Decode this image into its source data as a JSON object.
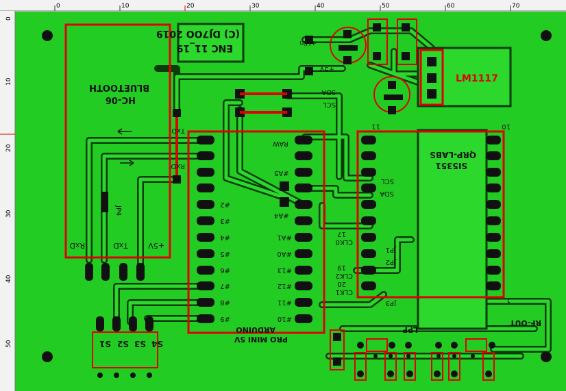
{
  "board": {
    "copyright": "(C) DJ7OO 2019",
    "enc": "ENC 11_19",
    "colors": {
      "copper": "#22cc22",
      "trace": "#2bd82b",
      "outline": "#e00000",
      "pad": "#111111",
      "silk": "#111111"
    }
  },
  "ruler": {
    "top_ticks": [
      "0",
      "10",
      "20",
      "30",
      "40",
      "50",
      "60",
      "70"
    ],
    "left_ticks": [
      "0",
      "10",
      "20",
      "30",
      "40",
      "50"
    ],
    "unit": "mm"
  },
  "modules": {
    "bluetooth": {
      "title1": "BLUETOOTH",
      "title2": "HC-06",
      "rxd": "RxD",
      "txd": "TxD",
      "v5": "+5V",
      "jp4": "JP4"
    },
    "arduino": {
      "raw": "RAW",
      "a5": "#A5",
      "a4": "#A4",
      "title1": "ARDUINO",
      "title2": "PRO MINI 5V",
      "left_pins": [
        "#2",
        "#3",
        "#4",
        "#5",
        "#6",
        "#7",
        "#8",
        "#9"
      ],
      "right_pins": [
        "#A1",
        "#A0",
        "#13",
        "#12",
        "#11",
        "#10"
      ],
      "txd": "TxD",
      "rxd": "RxD"
    },
    "si5351": {
      "title1": "QRP-LABS",
      "title2": "SI5351",
      "scl": "SCL",
      "sda": "SDA",
      "pin11": "11",
      "pin10": "10",
      "pin1": "1",
      "clk0_num": "17",
      "clk0": "CLK0",
      "clk2_num": "19",
      "clk2": "CLK2",
      "clk1_num": "20",
      "clk1": "CLK1",
      "jp1": "JP1",
      "jp2": "JP2",
      "jp3": "JP3"
    },
    "ldo": {
      "name": "LM1117"
    },
    "power": {
      "vin": "+Uin",
      "v5": "+5V"
    },
    "i2c": {
      "sda": "SDA",
      "scl": "SCL"
    },
    "rf": {
      "lpf": "LPF",
      "rfout": "RF-OUT"
    },
    "switches": {
      "labels": [
        "S4",
        "S3",
        "S2",
        "S1"
      ]
    }
  }
}
